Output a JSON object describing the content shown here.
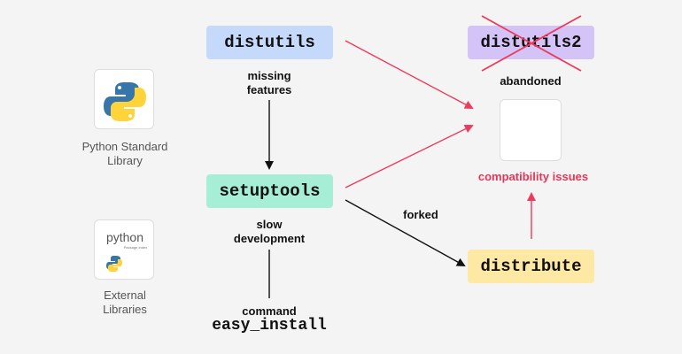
{
  "nodes": {
    "distutils": "distutils",
    "setuptools": "setuptools",
    "distutils2": "distutils2",
    "distribute": "distribute"
  },
  "labels": {
    "missing_features": "missing\nfeatures",
    "slow_development": "slow\ndevelopment",
    "command": "command",
    "easy_install": "easy_install",
    "abandoned": "abandoned",
    "compatibility_issues": "compatibility issues",
    "forked": "forked"
  },
  "sidebar": {
    "stdlib_label": "Python Standard Library",
    "stdlib_icon": "python-logo-icon",
    "external_label": "External Libraries",
    "external_icon": "pypi-logo-icon",
    "pypi_text": "python",
    "pypi_sub": "Package Index"
  },
  "colors": {
    "red_arrow": "#ee3a5c",
    "black_arrow": "#111111",
    "python_blue": "#3776ab",
    "python_yellow": "#ffd43b"
  }
}
